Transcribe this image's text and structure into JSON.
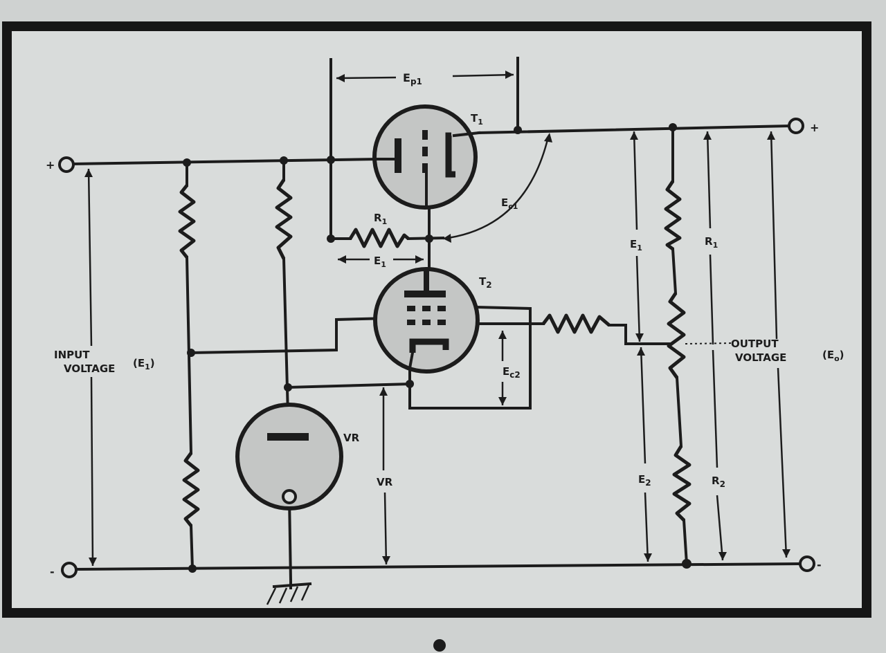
{
  "labels": {
    "ep1": "E",
    "ep1_sub": "p1",
    "t1": "T",
    "t1_sub": "1",
    "t2": "T",
    "t2_sub": "2",
    "ec1": "E",
    "ec1_sub": "c1",
    "ec2": "E",
    "ec2_sub": "c2",
    "r1": "R",
    "r1_sub": "1",
    "e1_load": "E",
    "e1_load_sub": "1",
    "vr_tube": "VR",
    "vr_voltage": "VR",
    "e1_right": "E",
    "e1_right_sub": "1",
    "e2_right": "E",
    "e2_right_sub": "2",
    "r1_right": "R",
    "r1_right_sub": "1",
    "r2_right": "R",
    "r2_right_sub": "2",
    "input_line1": "INPUT",
    "input_line2": "VOLTAGE",
    "input_sym": "(E",
    "input_sym_sub": "1",
    "input_sym_close": ")",
    "output_line1": "OUTPUT",
    "output_line2": "VOLTAGE",
    "output_sym": "(E",
    "output_sym_sub": "o",
    "output_sym_close": ")",
    "plus_in": "+",
    "minus_in": "-",
    "plus_out": "+",
    "minus_out": "-"
  }
}
